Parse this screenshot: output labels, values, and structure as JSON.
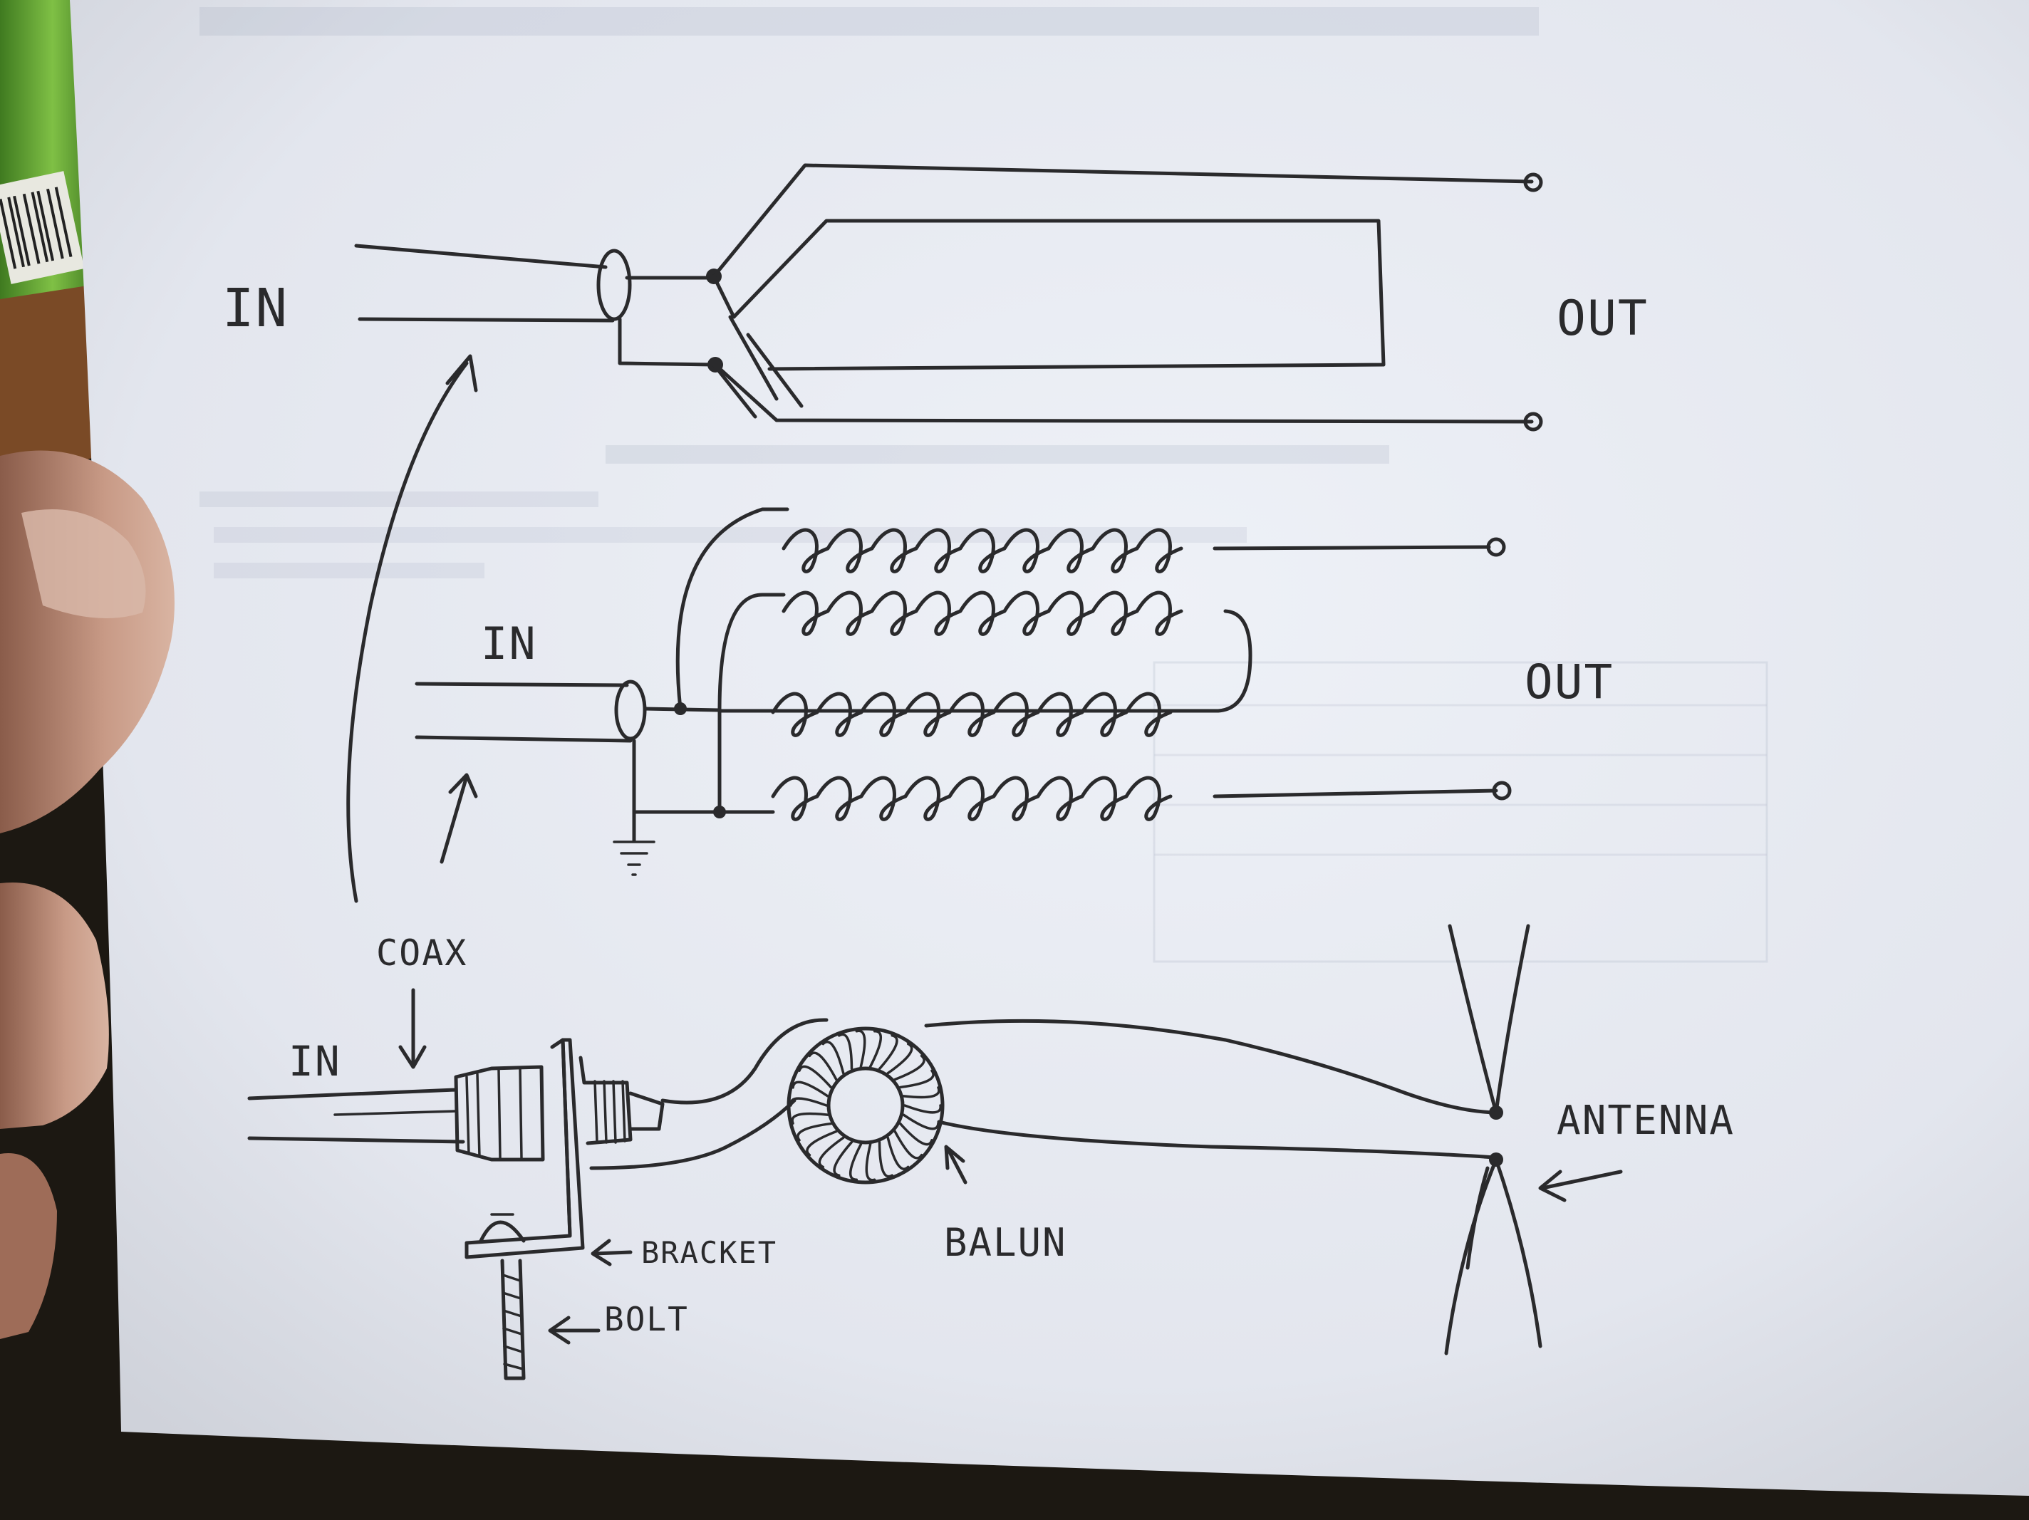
{
  "diagram": {
    "top_schematic": {
      "in_label": "IN",
      "out_label": "OUT"
    },
    "coil_schematic": {
      "in_label": "IN",
      "out_label": "OUT"
    },
    "assembly": {
      "coax_label": "COAX",
      "in_label": "IN",
      "bracket_label": "BRACKET",
      "bolt_label": "BOLT",
      "balun_label": "BALUN",
      "antenna_label": "ANTENNA"
    }
  },
  "colors": {
    "paper": "#e9ecf3",
    "ink": "#2a2a2c",
    "background": "#1c1812",
    "thumb": "#c79a86",
    "bottle_green": "#6fae3a"
  }
}
